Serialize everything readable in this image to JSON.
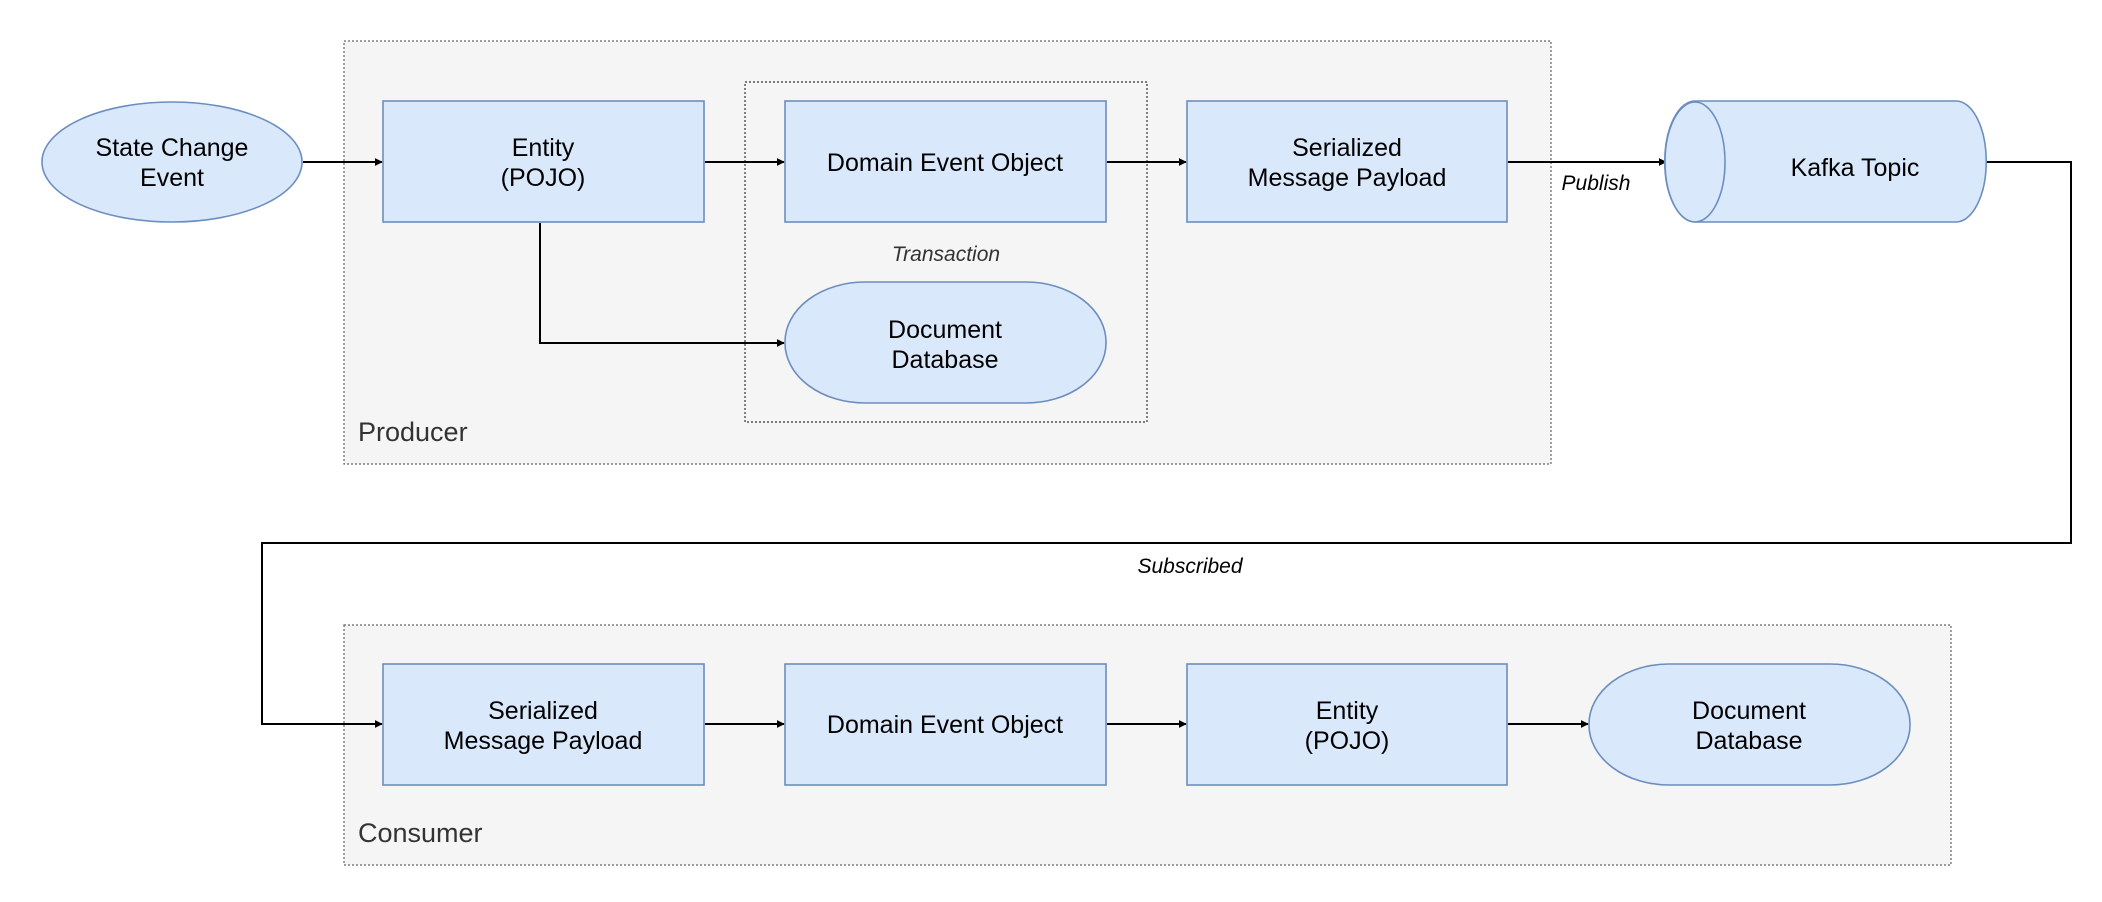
{
  "producer": {
    "label": "Producer",
    "transaction_label": "Transaction",
    "state_change_event": [
      "State Change",
      "Event"
    ],
    "entity": [
      "Entity",
      "(POJO)"
    ],
    "domain_event_object": "Domain Event Object",
    "serialized_payload": [
      "Serialized",
      "Message Payload"
    ],
    "document_database": [
      "Document",
      "Database"
    ]
  },
  "kafka_topic": "Kafka Topic",
  "edges": {
    "publish": "Publish",
    "subscribed": "Subscribed"
  },
  "consumer": {
    "label": "Consumer",
    "serialized_payload": [
      "Serialized",
      "Message Payload"
    ],
    "domain_event_object": "Domain Event Object",
    "entity": [
      "Entity",
      "(POJO)"
    ],
    "document_database": [
      "Document",
      "Database"
    ]
  }
}
